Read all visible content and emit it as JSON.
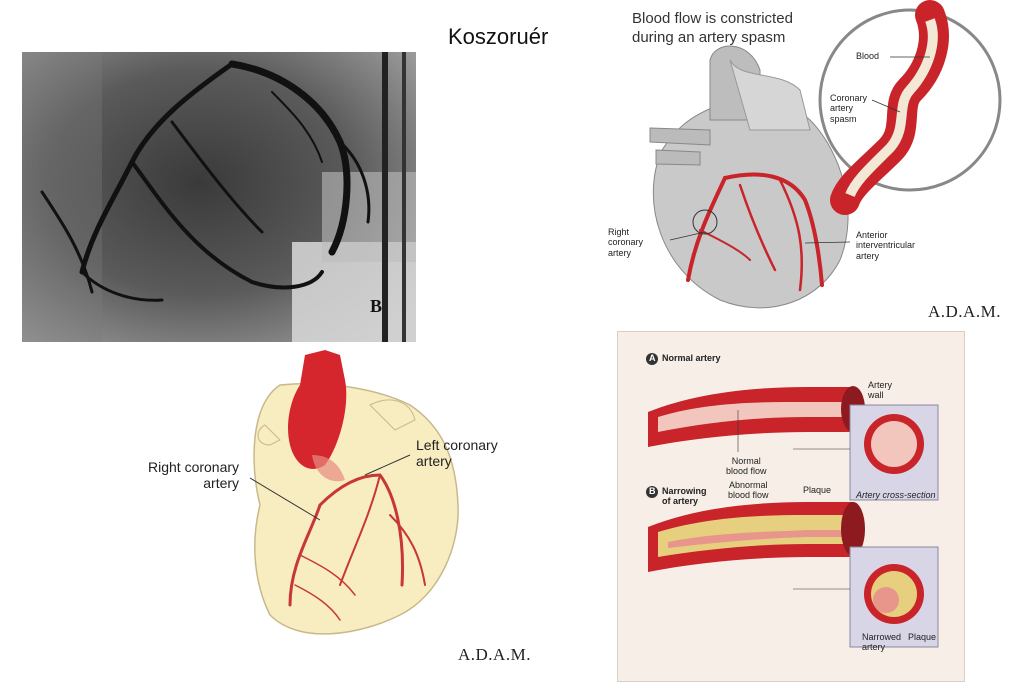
{
  "title": "Koszoruér",
  "angiogram": {
    "marker": "B"
  },
  "spasm_panel": {
    "heading_line1": "Blood flow is constricted",
    "heading_line2": "during an artery spasm",
    "label_blood": "Blood",
    "label_spasm": "Coronary\nartery\nspasm",
    "label_right": "Right\ncoronary\nartery",
    "label_anterior": "Anterior\ninterventricular\nartery",
    "logo": "A.D.A.M."
  },
  "heart_panel": {
    "label_right": "Right coronary\nartery",
    "label_left": "Left coronary\nartery",
    "logo": "A.D.A.M."
  },
  "plaque_panel": {
    "marker_a": "A",
    "normal_title": "Normal artery",
    "artery_wall": "Artery\nwall",
    "normal_flow": "Normal\nblood flow",
    "cross_section": "Artery cross-section",
    "marker_b": "B",
    "narrowing_title": "Narrowing\nof artery",
    "abnormal_flow": "Abnormal\nblood flow",
    "plaque_top": "Plaque",
    "narrowed_artery": "Narrowed\nartery",
    "plaque_bottom": "Plaque"
  },
  "colors": {
    "artery_red": "#c8242a",
    "heart_cream": "#f7edc0",
    "plaque_yellow": "#e6cf7e",
    "panel_bg": "#f6eee7",
    "cross_bg": "#d7d5e6"
  }
}
